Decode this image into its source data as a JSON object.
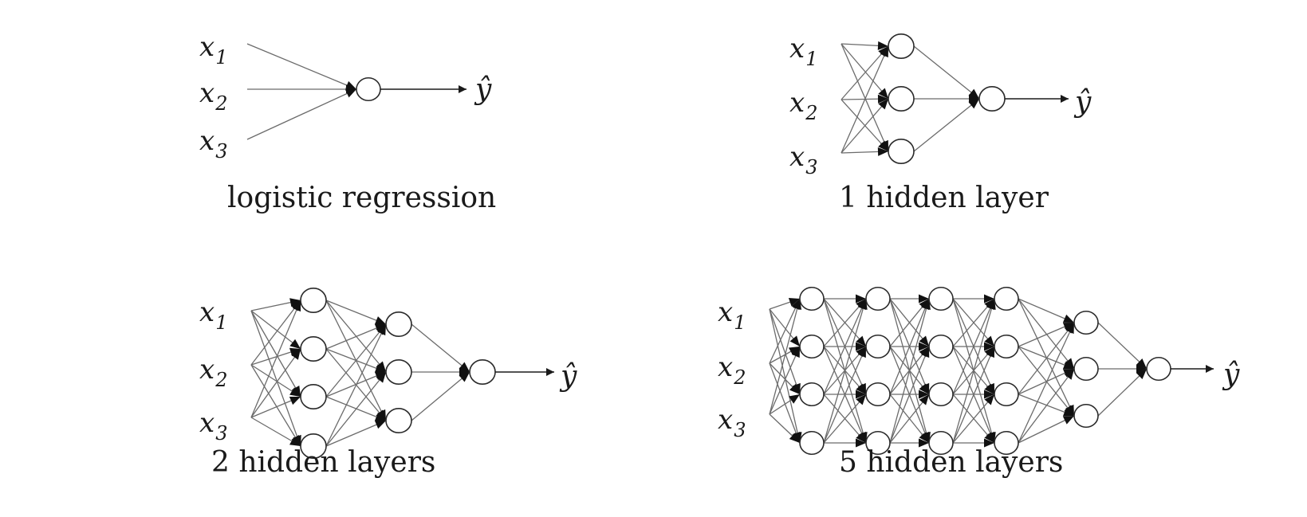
{
  "panels": [
    {
      "id": "logistic-regression",
      "caption": "logistic regression",
      "inputs": [
        {
          "base": "x",
          "sub": "1"
        },
        {
          "base": "x",
          "sub": "2"
        },
        {
          "base": "x",
          "sub": "3"
        }
      ],
      "hidden_layers": [],
      "output": "ŷ"
    },
    {
      "id": "1-hidden-layer",
      "caption": "1 hidden layer",
      "inputs": [
        {
          "base": "x",
          "sub": "1"
        },
        {
          "base": "x",
          "sub": "2"
        },
        {
          "base": "x",
          "sub": "3"
        }
      ],
      "hidden_layers": [
        3
      ],
      "output": "ŷ"
    },
    {
      "id": "2-hidden-layers",
      "caption": "2 hidden layers",
      "inputs": [
        {
          "base": "x",
          "sub": "1"
        },
        {
          "base": "x",
          "sub": "2"
        },
        {
          "base": "x",
          "sub": "3"
        }
      ],
      "hidden_layers": [
        4,
        3
      ],
      "output": "ŷ"
    },
    {
      "id": "5-hidden-layers",
      "caption": "5 hidden layers",
      "inputs": [
        {
          "base": "x",
          "sub": "1"
        },
        {
          "base": "x",
          "sub": "2"
        },
        {
          "base": "x",
          "sub": "3"
        }
      ],
      "hidden_layers": [
        4,
        4,
        4,
        4,
        3
      ],
      "output": "ŷ"
    }
  ]
}
